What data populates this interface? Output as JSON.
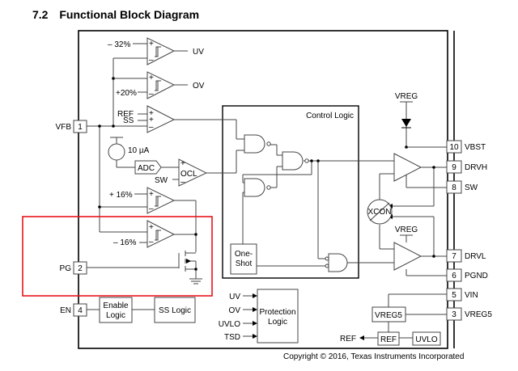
{
  "section": {
    "number": "7.2",
    "title": "Functional Block Diagram"
  },
  "copyright": "Copyright © 2016, Texas Instruments Incorporated",
  "highlight_color": "#e8141b",
  "pins": [
    {
      "num": "1",
      "name": "VFB"
    },
    {
      "num": "2",
      "name": "PG"
    },
    {
      "num": "4",
      "name": "EN"
    },
    {
      "num": "10",
      "name": "VBST"
    },
    {
      "num": "9",
      "name": "DRVH"
    },
    {
      "num": "8",
      "name": "SW"
    },
    {
      "num": "7",
      "name": "DRVL"
    },
    {
      "num": "6",
      "name": "PGND"
    },
    {
      "num": "5",
      "name": "VIN"
    },
    {
      "num": "3",
      "name": "VREG5"
    }
  ],
  "comparators": {
    "uv": {
      "ref": "– 32%",
      "out": "UV"
    },
    "ov": {
      "ref": "+20%",
      "out": "OV"
    },
    "err": {
      "in1": "REF",
      "in2": "SS"
    },
    "pg_hi": {
      "ref": "+ 16%"
    },
    "pg_lo": {
      "ref": "– 16%"
    }
  },
  "current_source": "10 µA",
  "blocks": {
    "adc": "ADC",
    "ocl": "OCL",
    "ocl_sw": "SW",
    "control_logic": "Control Logic",
    "one_shot_1": "One-",
    "one_shot_2": "Shot",
    "xcon": "XCON",
    "vreg_top": "VREG",
    "vreg_bot": "VREG",
    "enable_1": "Enable",
    "enable_2": "Logic",
    "ss_logic": "SS Logic",
    "prot_1": "Protection",
    "prot_2": "Logic",
    "vreg5": "VREG5",
    "ref": "REF",
    "uvlo": "UVLO",
    "ref_out": "REF"
  },
  "protection_inputs": [
    "UV",
    "OV",
    "UVLO",
    "TSD"
  ],
  "signs": {
    "plus": "+",
    "minus": "–"
  }
}
